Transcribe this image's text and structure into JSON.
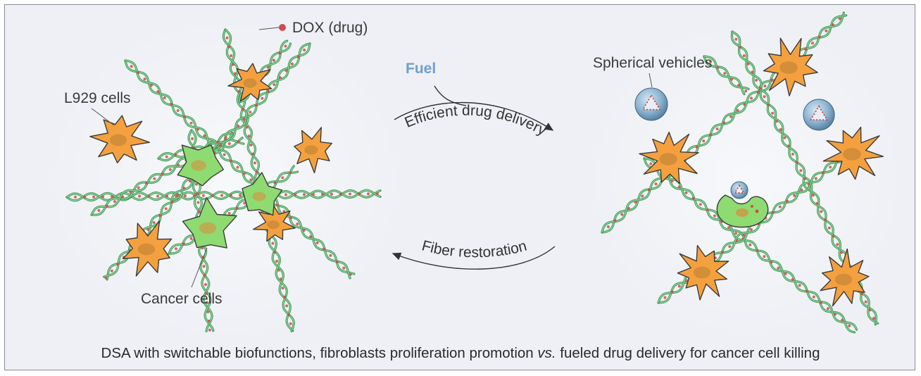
{
  "labels": {
    "dox": "DOX (drug)",
    "l929": "L929 cells",
    "cancer": "Cancer cells",
    "fuel": "Fuel",
    "forward": "Efficient drug delivery",
    "reverse": "Fiber restoration",
    "vehicles": "Spherical vehicles"
  },
  "caption": {
    "before": "DSA with  switchable biofunctions, fibroblasts proliferation promotion ",
    "italic": "vs.",
    "after": " fueled drug delivery for cancer cell killing"
  },
  "colors": {
    "fiber": "#3f9b57",
    "fiber_light": "#9bd6a3",
    "fibroblast": "#f5a03f",
    "cancer": "#8edb72",
    "drug": "#d44a4a",
    "vehicle": "#7ea8c8",
    "fuel_text": "#6f9fd0"
  }
}
